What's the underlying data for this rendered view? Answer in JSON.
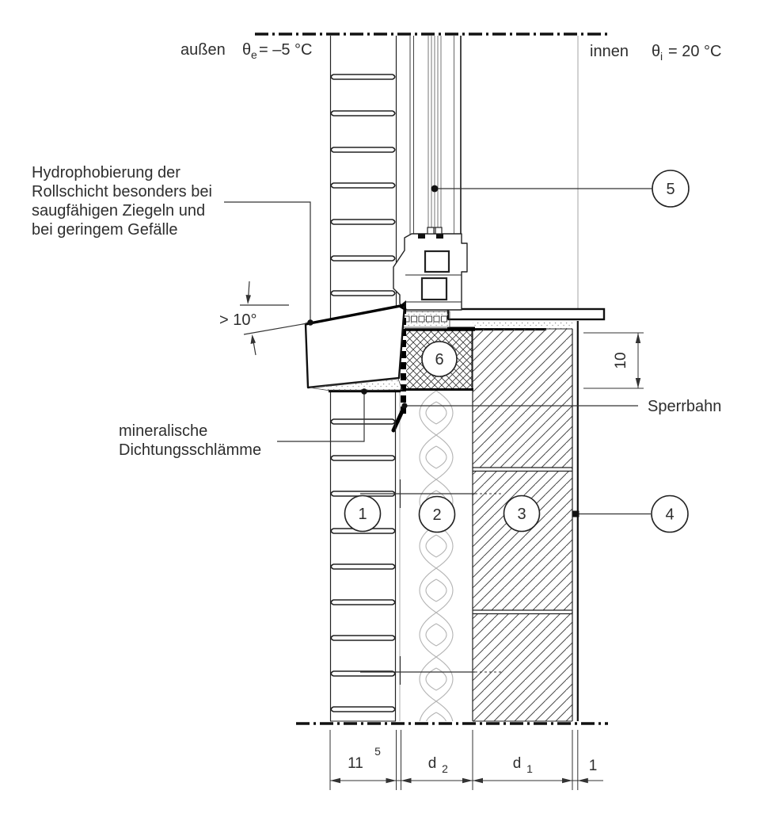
{
  "environment": {
    "outside": {
      "label": "außen",
      "symbol": "θ",
      "subscript": "e",
      "value": "=  –5 °C"
    },
    "inside": {
      "label": "innen",
      "symbol": "θ",
      "subscript": "i",
      "value": "=  20 °C"
    }
  },
  "annotations": {
    "hydrophobierung_lines": [
      "Hydrophobierung der",
      "Rollschicht besonders bei",
      "saugfähigen Ziegeln und",
      "bei geringem Gefälle"
    ],
    "angle": "> 10°",
    "mineral_lines": [
      "mineralische",
      "Dichtungsschlämme"
    ],
    "sperrbahn": "Sperrbahn"
  },
  "balloons": [
    "1",
    "2",
    "3",
    "4",
    "5",
    "6"
  ],
  "dimensions": {
    "brick_width": {
      "value": "11",
      "superscript": "5"
    },
    "insulation_width": {
      "value": "d",
      "subscript": "2"
    },
    "wall_width": {
      "value": "d",
      "subscript": "1"
    },
    "plaster_width": "1",
    "sill_height": "10"
  },
  "colors": {
    "line": "#1a1a1a",
    "text": "#2e2e2e",
    "hatch": "#4a4a4a",
    "insulation_hatch": "#b3b3b3",
    "background": "#ffffff"
  }
}
